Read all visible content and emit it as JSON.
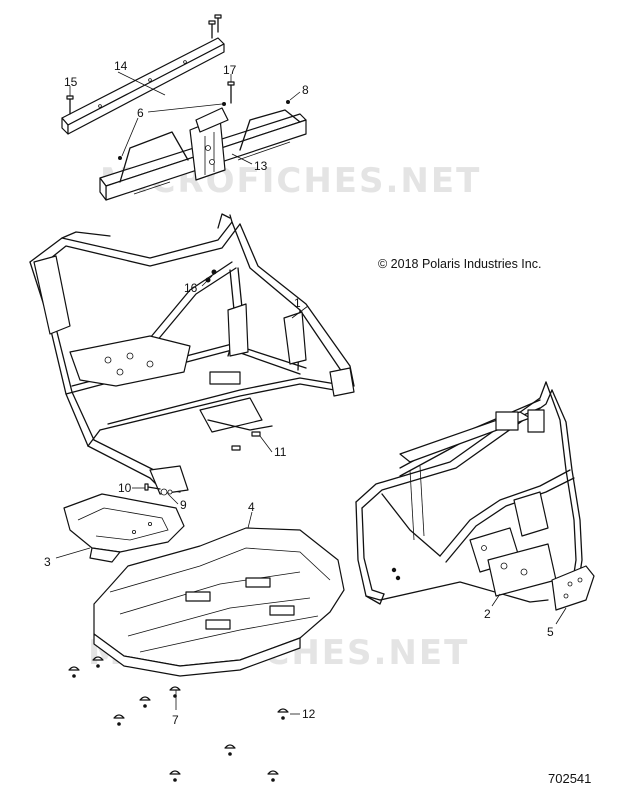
{
  "copyright": "© 2018 Polaris Industries Inc.",
  "document_number": "702541",
  "watermarks": [
    "MICROFICHES.NET",
    "MICROFICHES.NET"
  ],
  "callouts": [
    "1",
    "2",
    "3",
    "4",
    "5",
    "6",
    "7",
    "8",
    "9",
    "10",
    "11",
    "12",
    "13",
    "14",
    "15",
    "16",
    "17"
  ]
}
